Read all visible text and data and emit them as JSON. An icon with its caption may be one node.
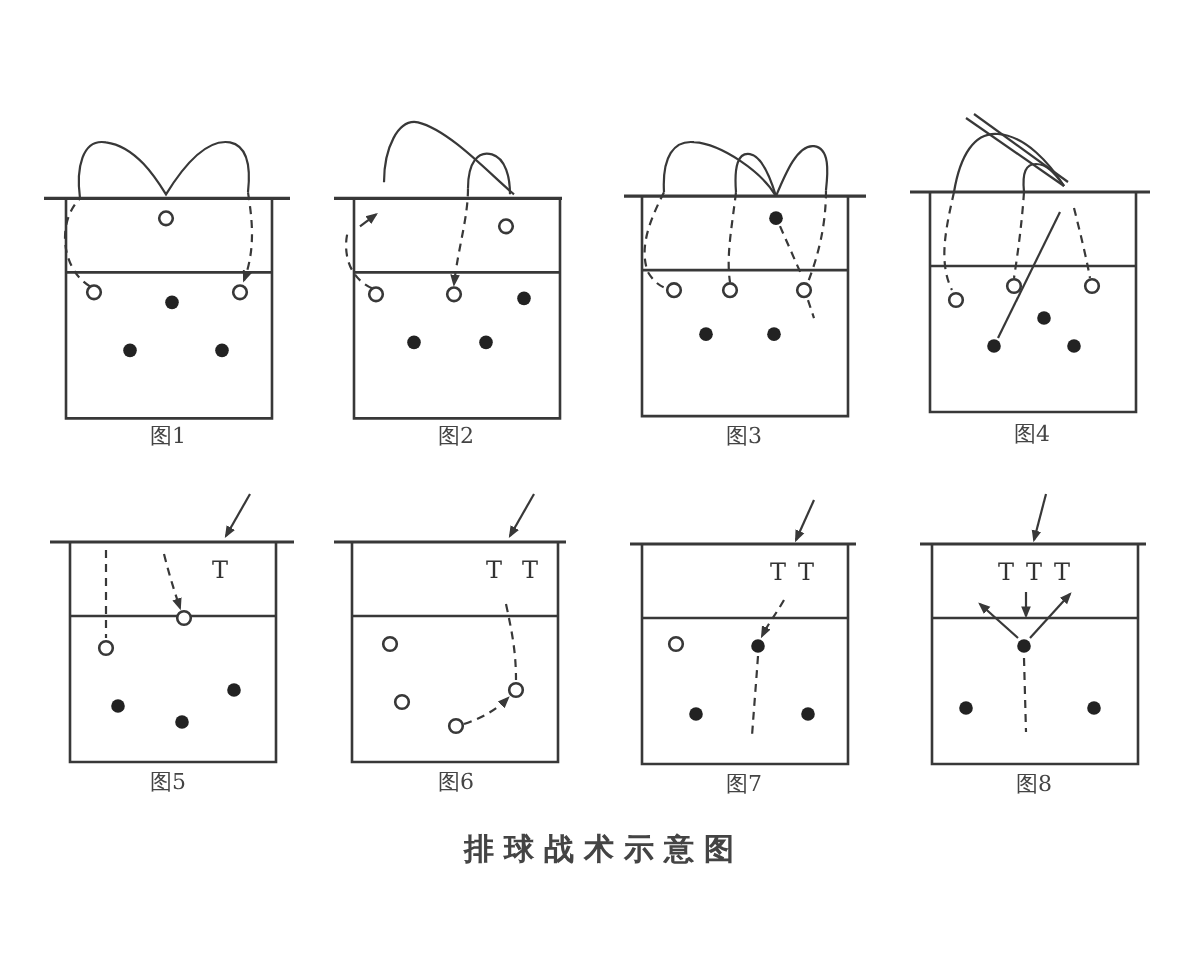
{
  "diagram": {
    "caption": "排球战术示意图",
    "labels": [
      "图1",
      "图2",
      "图3",
      "图4",
      "T",
      "T",
      "T",
      "T",
      "T",
      "T",
      "T",
      "T",
      "图5",
      "图6",
      "图7",
      "图8"
    ]
  }
}
